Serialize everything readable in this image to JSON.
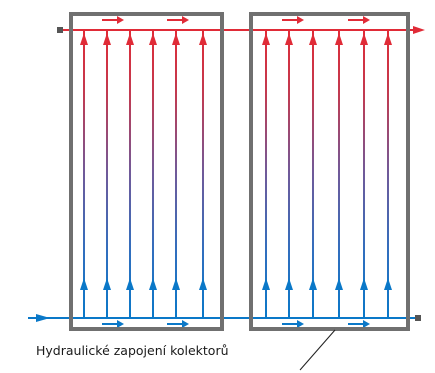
{
  "caption": "Hydraulické zapojení kolektorů",
  "colors": {
    "hot": "#e02b37",
    "cold": "#0a78c8",
    "frame": "#707070",
    "caption": "#1a1a1a",
    "background": "#ffffff"
  },
  "diagram": {
    "collector_count": 2,
    "risers_per_collector": 6,
    "top_manifold": "hot",
    "bottom_manifold": "cold",
    "flow_direction": "left-to-right"
  }
}
